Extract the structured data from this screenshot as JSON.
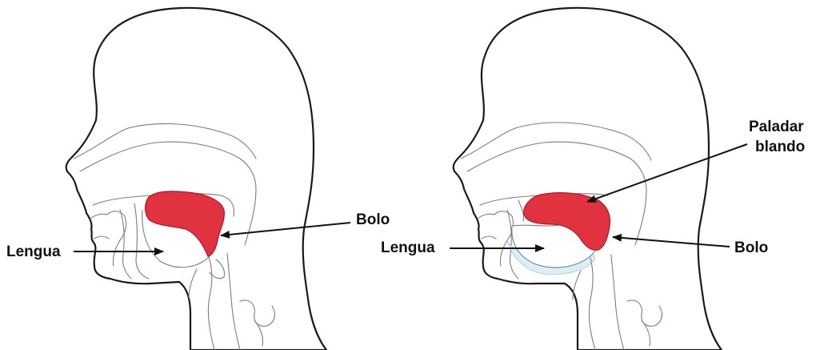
{
  "labels": {
    "left_tongue": "Lengua",
    "left_bolus": "Bolo",
    "right_tongue": "Lengua",
    "right_bolus": "Bolo",
    "right_palate_line1": "Paladar",
    "right_palate_line2": "blando"
  },
  "colors": {
    "bolus": "#e0323f",
    "tongue_shadow": "#dbeef6",
    "outline": "#1a1a1a"
  },
  "icons": [
    "arrow-icon"
  ]
}
